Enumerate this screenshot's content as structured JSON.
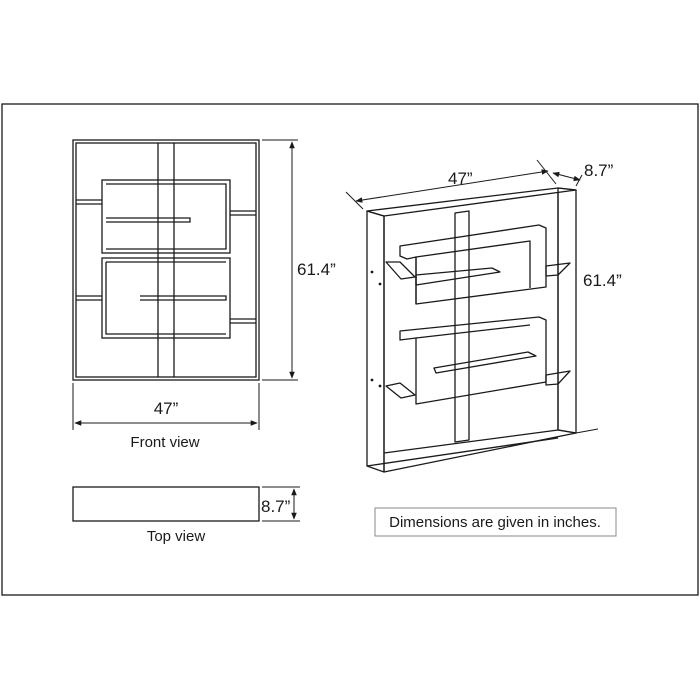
{
  "front_view": {
    "caption": "Front view",
    "width_label": "47”",
    "height_label": "61.4”"
  },
  "top_view": {
    "caption": "Top view",
    "depth_label": "8.7”"
  },
  "iso_view": {
    "width_label": "47”",
    "depth_label": "8.7”",
    "height_label": "61.4”"
  },
  "note": "Dimensions are given in inches.",
  "colors": {
    "line": "#1a1a1a",
    "background": "#ffffff"
  }
}
